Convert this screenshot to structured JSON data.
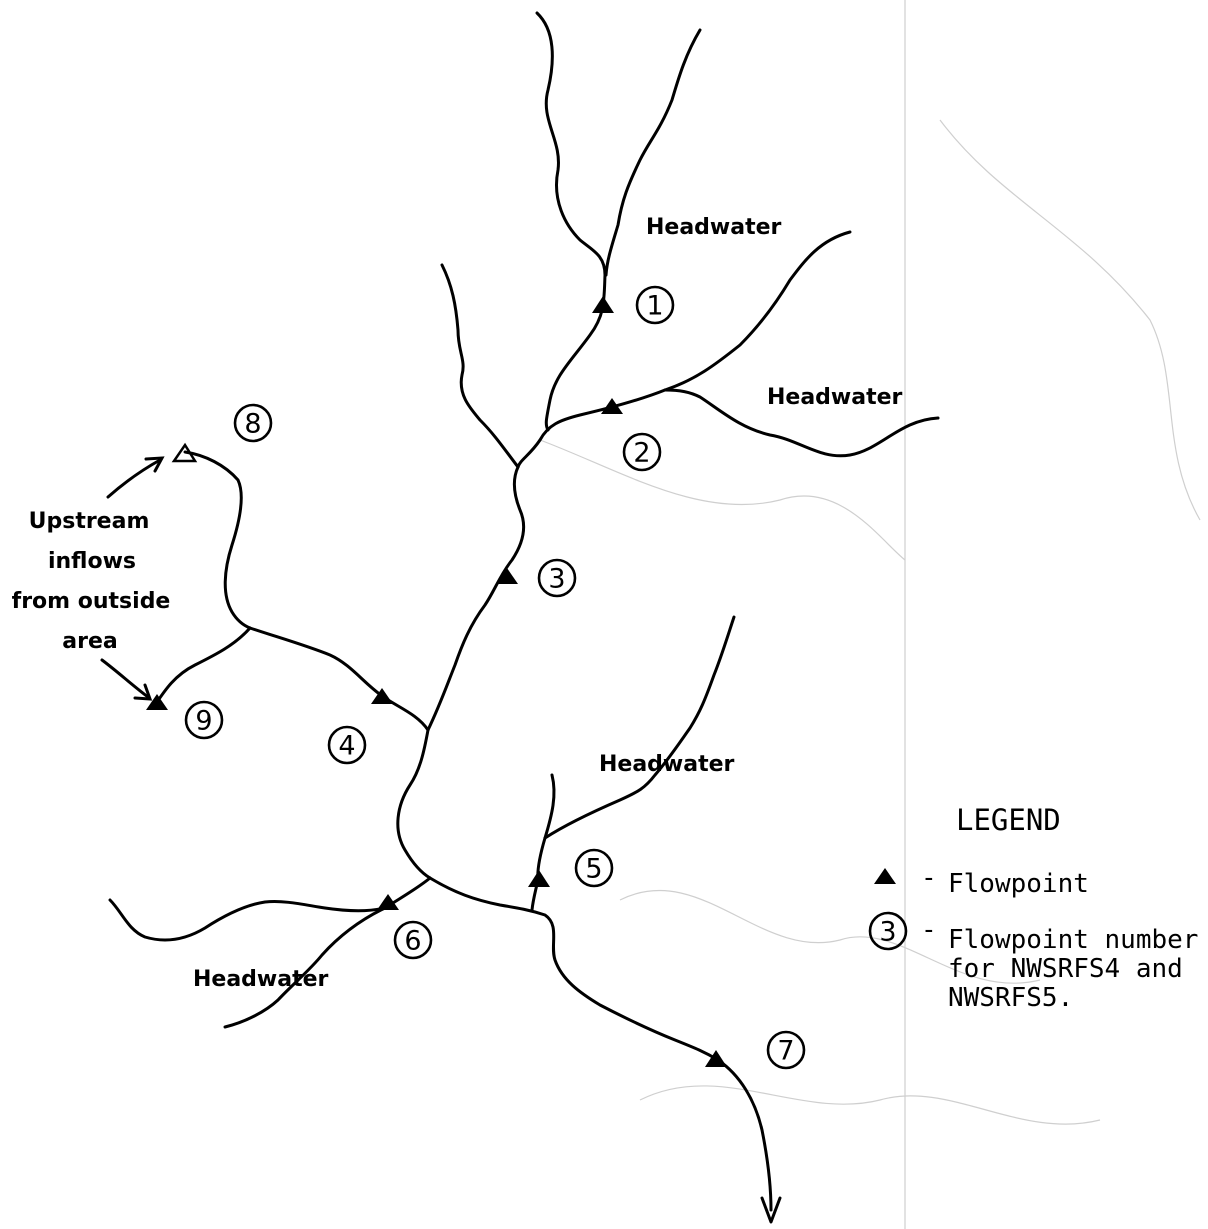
{
  "flowpoint_numbers": [
    "1",
    "2",
    "3",
    "4",
    "5",
    "6",
    "7",
    "8",
    "9"
  ],
  "labels": {
    "headwater": "Headwater",
    "upstream_note": [
      "Upstream",
      "inflows",
      "from outside",
      "area"
    ]
  },
  "legend": {
    "title": "LEGEND",
    "flowpoint_dash": "-",
    "flowpoint_text": "Flowpoint",
    "number_symbol": "3",
    "number_dash": "-",
    "number_text": [
      "Flowpoint number",
      "for NWSRFS4 and",
      "NWSRFS5."
    ]
  },
  "colors": {
    "ink": "#000000",
    "background": "#ffffff",
    "ghost": "#cfcfcf"
  }
}
